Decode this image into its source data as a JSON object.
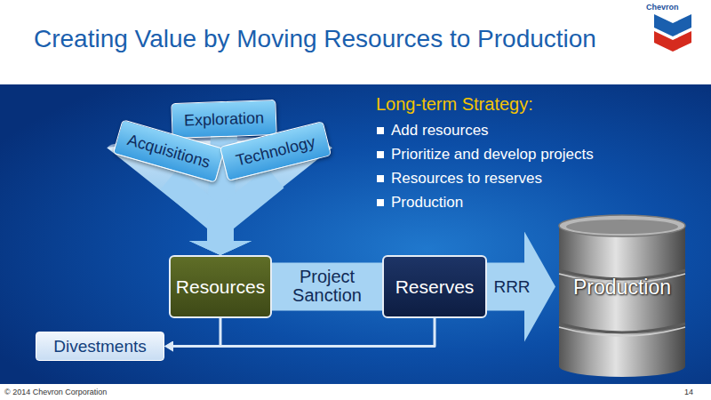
{
  "diagram": {
    "title": "Creating Value by Moving Resources to Production",
    "nodes": [
      {
        "text": [
          "Exploration"
        ]
      },
      {
        "text": [
          "Acquisitions"
        ]
      },
      {
        "text": [
          "Technology"
        ]
      },
      {
        "text": [
          "Resources"
        ]
      },
      {
        "text": [
          "Reserves"
        ]
      },
      {
        "text": [
          "Production"
        ]
      },
      {
        "text": [
          "Divestments"
        ]
      }
    ],
    "edges": [
      {
        "from": 0,
        "to": 3,
        "arrow": "to"
      },
      {
        "from": 1,
        "to": 3,
        "arrow": "to"
      },
      {
        "from": 2,
        "to": 3,
        "arrow": "to"
      },
      {
        "from": 3,
        "to": 4,
        "label": "Project Sanction",
        "arrow": "none"
      },
      {
        "from": 4,
        "to": 5,
        "label": "RRR",
        "arrow": "to"
      },
      {
        "from": 3,
        "to": 6,
        "arrow": "to"
      },
      {
        "from": 4,
        "to": 6,
        "arrow": "to"
      }
    ],
    "labels": [
      "Long-term Strategy:",
      "Add resources",
      "Prioritize and develop projects",
      "Resources to reserves",
      "Production",
      "Chevron",
      "© 2014 Chevron Corporation",
      "14"
    ]
  }
}
